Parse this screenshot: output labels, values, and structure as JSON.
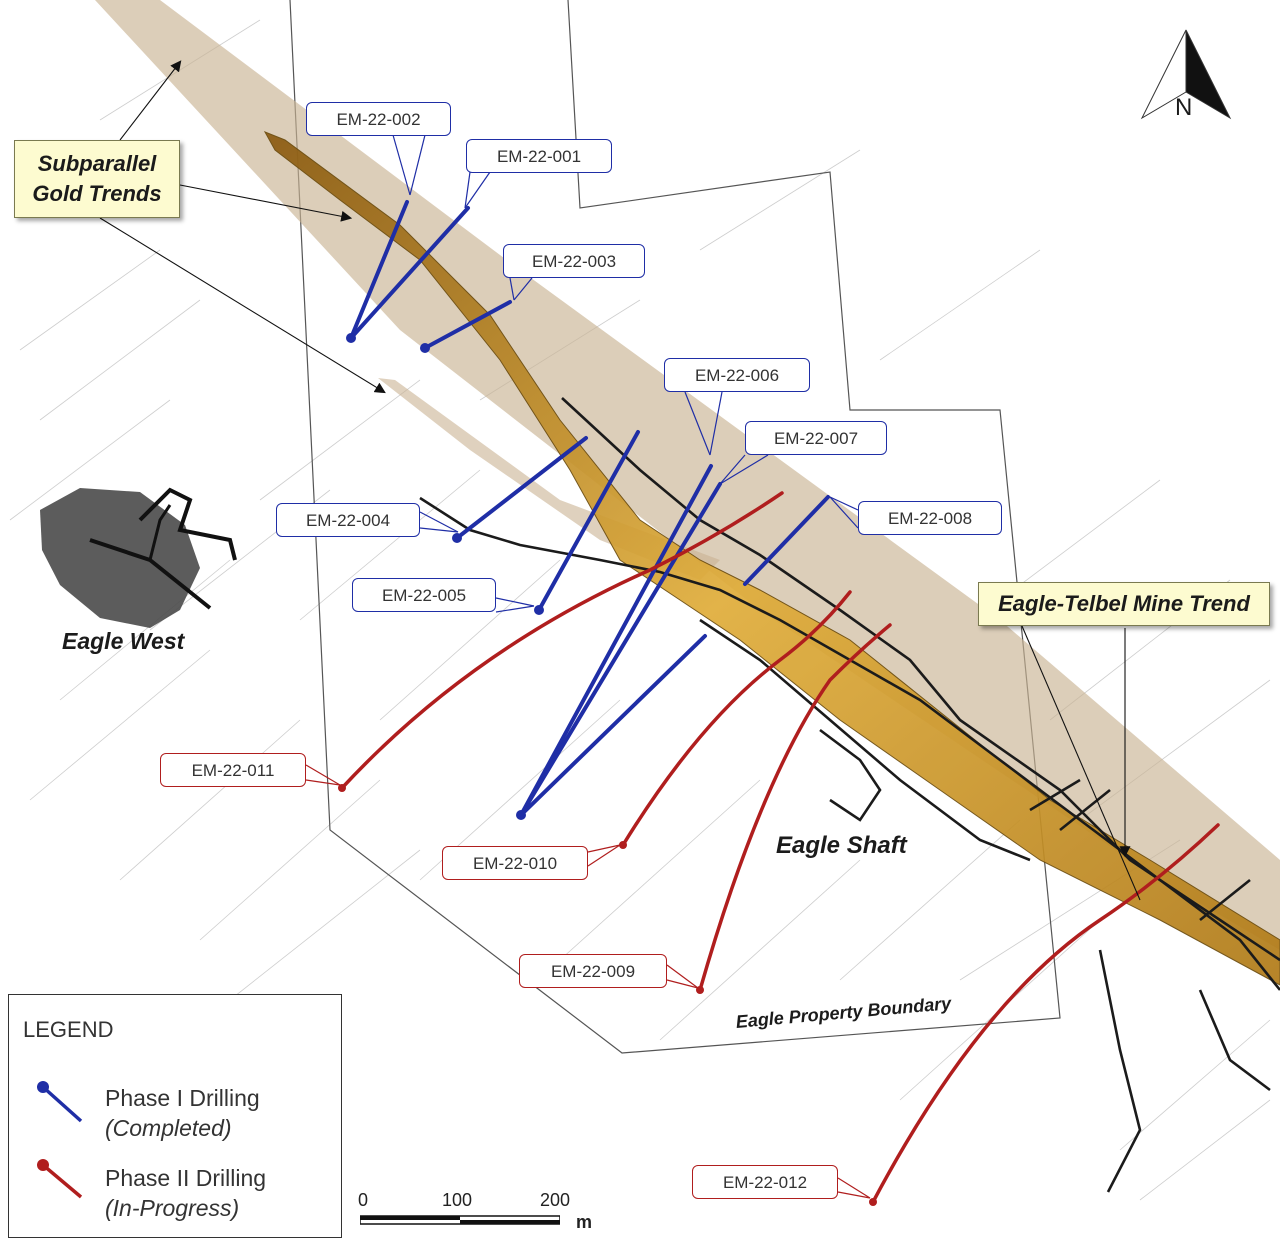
{
  "north_arrow": {
    "label": "N"
  },
  "callouts": {
    "subparallel": {
      "line1": "Subparallel",
      "line2": "Gold Trends"
    },
    "eagle_telbel": "Eagle-Telbel Mine Trend"
  },
  "place_labels": {
    "eagle_west": "Eagle West",
    "eagle_shaft": "Eagle Shaft",
    "eagle_property_boundary": "Eagle Property Boundary"
  },
  "drill_holes_phase1": [
    "EM-22-001",
    "EM-22-002",
    "EM-22-003",
    "EM-22-004",
    "EM-22-005",
    "EM-22-006",
    "EM-22-007",
    "EM-22-008"
  ],
  "drill_holes_phase2": [
    "EM-22-009",
    "EM-22-010",
    "EM-22-011",
    "EM-22-012"
  ],
  "labels": {
    "em001": "EM-22-001",
    "em002": "EM-22-002",
    "em003": "EM-22-003",
    "em004": "EM-22-004",
    "em005": "EM-22-005",
    "em006": "EM-22-006",
    "em007": "EM-22-007",
    "em008": "EM-22-008",
    "em009": "EM-22-009",
    "em010": "EM-22-010",
    "em011": "EM-22-011",
    "em012": "EM-22-012"
  },
  "legend": {
    "title": "LEGEND",
    "items": [
      {
        "name": "Phase I Drilling",
        "status": "(Completed)",
        "color": "#1f2ea6"
      },
      {
        "name": "Phase II Drilling",
        "status": "(In-Progress)",
        "color": "#b01e1e"
      }
    ]
  },
  "scale_bar": {
    "ticks": [
      "0",
      "100",
      "200"
    ],
    "unit": "m"
  },
  "colors": {
    "phase1": "#1f2ea6",
    "phase2": "#b01e1e",
    "ore_zone": "#d9a531",
    "trend_plane": "#c9b393",
    "callout_bg": "#fdfbd0"
  }
}
